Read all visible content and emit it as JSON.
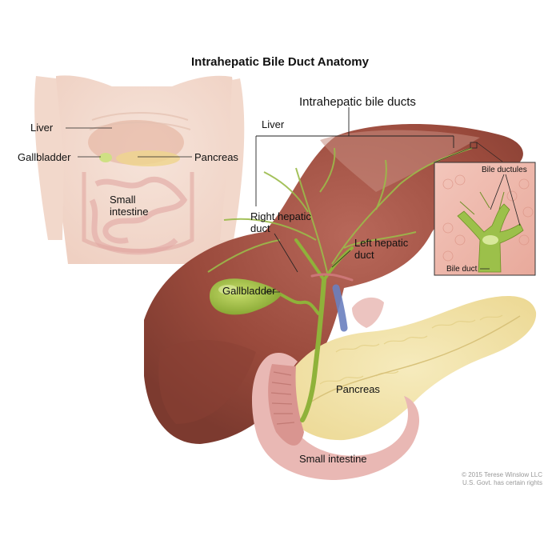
{
  "title": "Intrahepatic Bile Duct Anatomy",
  "body_view": {
    "liver": "Liver",
    "gallbladder": "Gallbladder",
    "pancreas": "Pancreas",
    "small_intestine_line1": "Small",
    "small_intestine_line2": "intestine"
  },
  "main_view": {
    "intrahepatic_bile_ducts": "Intrahepatic bile ducts",
    "liver": "Liver",
    "right_hepatic_duct_line1": "Right hepatic",
    "right_hepatic_duct_line2": "duct",
    "left_hepatic_duct_line1": "Left hepatic",
    "left_hepatic_duct_line2": "duct",
    "gallbladder": "Gallbladder",
    "pancreas": "Pancreas",
    "small_intestine": "Small intestine"
  },
  "inset": {
    "bile_ductules": "Bile ductules",
    "bile_duct": "Bile duct"
  },
  "credit": {
    "line1": "© 2015 Terese Winslow LLC",
    "line2": "U.S. Govt. has certain rights"
  },
  "colors": {
    "liver": "#9a4a3c",
    "bile_duct": "#8fb23a",
    "pancreas": "#f2e3a8",
    "intestine": "#e9b8b4",
    "skin": "#f3d9cc"
  }
}
